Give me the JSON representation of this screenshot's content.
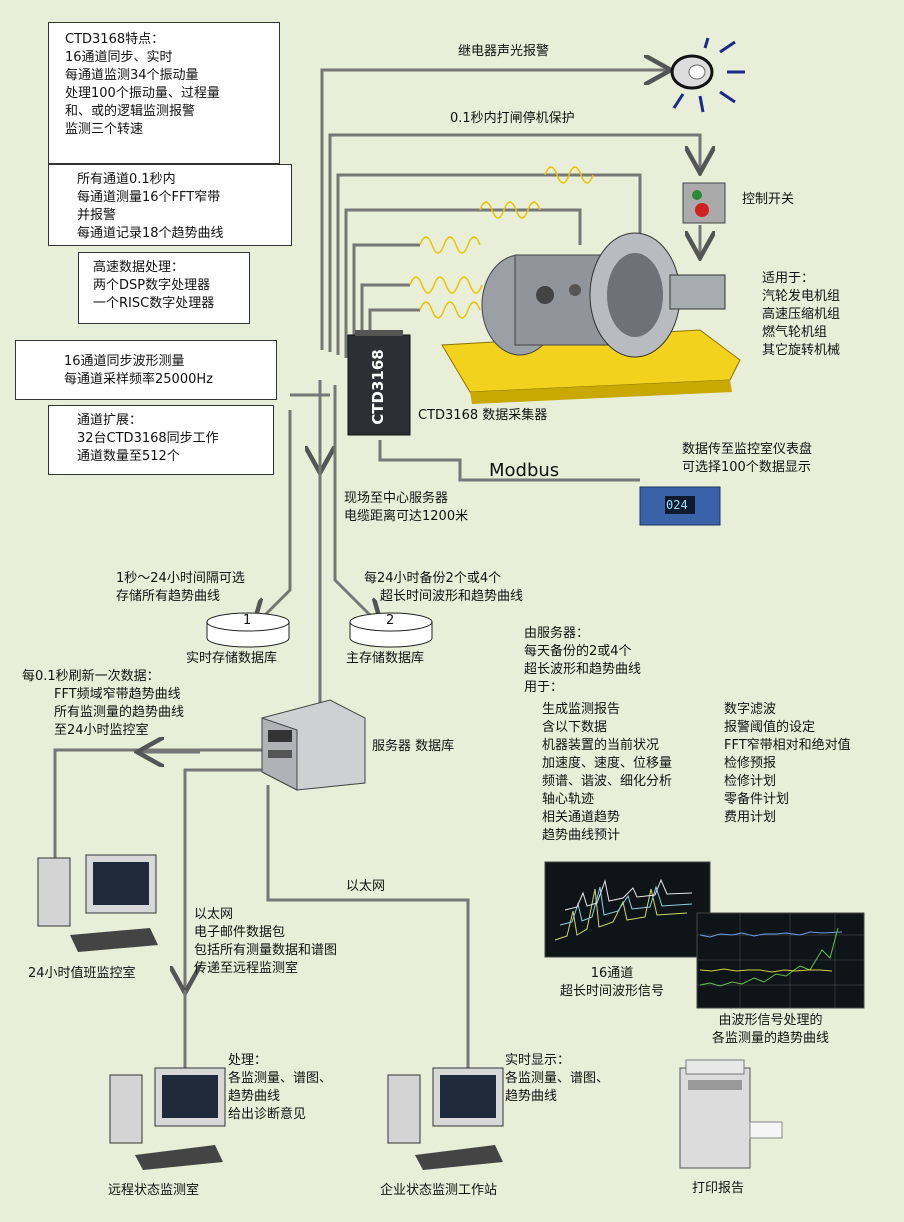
{
  "notes": [
    {
      "lines": [
        "CTD3168特点：",
        "16通道同步、实时",
        "每通道监测34个振动量",
        "处理100个振动量、过程量",
        "和、或的逻辑监测报警",
        "监测三个转速"
      ]
    },
    {
      "lines": [
        "所有通道0.1秒内",
        "每通道测量16个FFT窄带",
        "并报警",
        "每通道记录18个趋势曲线"
      ]
    },
    {
      "lines": [
        "高速数据处理：",
        "两个DSP数字处理器",
        "一个RISC数字处理器"
      ]
    },
    {
      "lines": [
        "16通道同步波形测量",
        "每通道采样频率25000Hz"
      ]
    },
    {
      "lines": [
        "通道扩展：",
        "32台CTD3168同步工作",
        "通道数量至512个"
      ]
    }
  ],
  "alarm_label": "继电器声光报警",
  "trip_label": "0.1秒内打闸停机保护",
  "control_switch_label": "控制开关",
  "applicable": [
    "适用于：",
    "汽轮发电机组",
    "高速压缩机组",
    "燃气轮机组",
    "其它旋转机械"
  ],
  "device_name": "CTD3168",
  "device_label": "CTD3168 数据采集器",
  "modbus_label": "Modbus",
  "meter_text": [
    "数据传至监控室仪表盘",
    "可选择100个数据显示"
  ],
  "meter_value": "024",
  "cable_text": [
    "现场至中心服务器",
    "电缆距离可达1200米"
  ],
  "store_text": [
    "1秒～24小时间隔可选",
    "存储所有趋势曲线"
  ],
  "backup_text": [
    "每24小时备份2个或4个",
    "超长时间波形和趋势曲线"
  ],
  "db1": {
    "num": "1",
    "label": "实时存储数据库"
  },
  "db2": {
    "num": "2",
    "label": "主存储数据库"
  },
  "server_backup": [
    "由服务器：",
    "每天备份的2或4个",
    "超长波形和趋势曲线"
  ],
  "uses_title": "用于：",
  "uses_left": [
    "生成监测报告",
    "含以下数据",
    "机器装置的当前状况",
    "加速度、速度、位移量",
    "频谱、谐波、细化分析",
    "轴心轨迹",
    "相关通道趋势",
    "趋势曲线预计"
  ],
  "uses_right": [
    "数字滤波",
    "报警阈值的设定",
    "FFT窄带相对和绝对值",
    "检修预报",
    "检修计划",
    "零备件计划",
    "费用计划"
  ],
  "refresh_text": [
    "每0.1秒刷新一次数据：",
    "FFT频域窄带趋势曲线",
    "所有监测量的趋势曲线",
    "至24小时监控室"
  ],
  "server_label": "服务器 数据库",
  "ethernet_label": "以太网",
  "email_text": [
    "以太网",
    "电子邮件数据包",
    "包括所有测量数据和谱图",
    "传递至远程监测室"
  ],
  "waveform_caption": [
    "16通道",
    "超长时间波形信号"
  ],
  "trend_caption": [
    "由波形信号处理的",
    "各监测量的趋势曲线"
  ],
  "control_room_label": "24小时值班监控室",
  "remote_text": [
    "处理：",
    "各监测量、谱图、",
    "趋势曲线",
    "给出诊断意见"
  ],
  "remote_label": "远程状态监测室",
  "realtime_text": [
    "实时显示：",
    "各监测量、谱图、",
    "趋势曲线"
  ],
  "workstation_label": "企业状态监测工作站",
  "print_label": "打印报告",
  "colors": {
    "background": "#e9eed8",
    "machine_base": "#f2d21c",
    "device": "#2c2f33",
    "wave": "#e8c400",
    "chart_bg": "#0f1418"
  }
}
